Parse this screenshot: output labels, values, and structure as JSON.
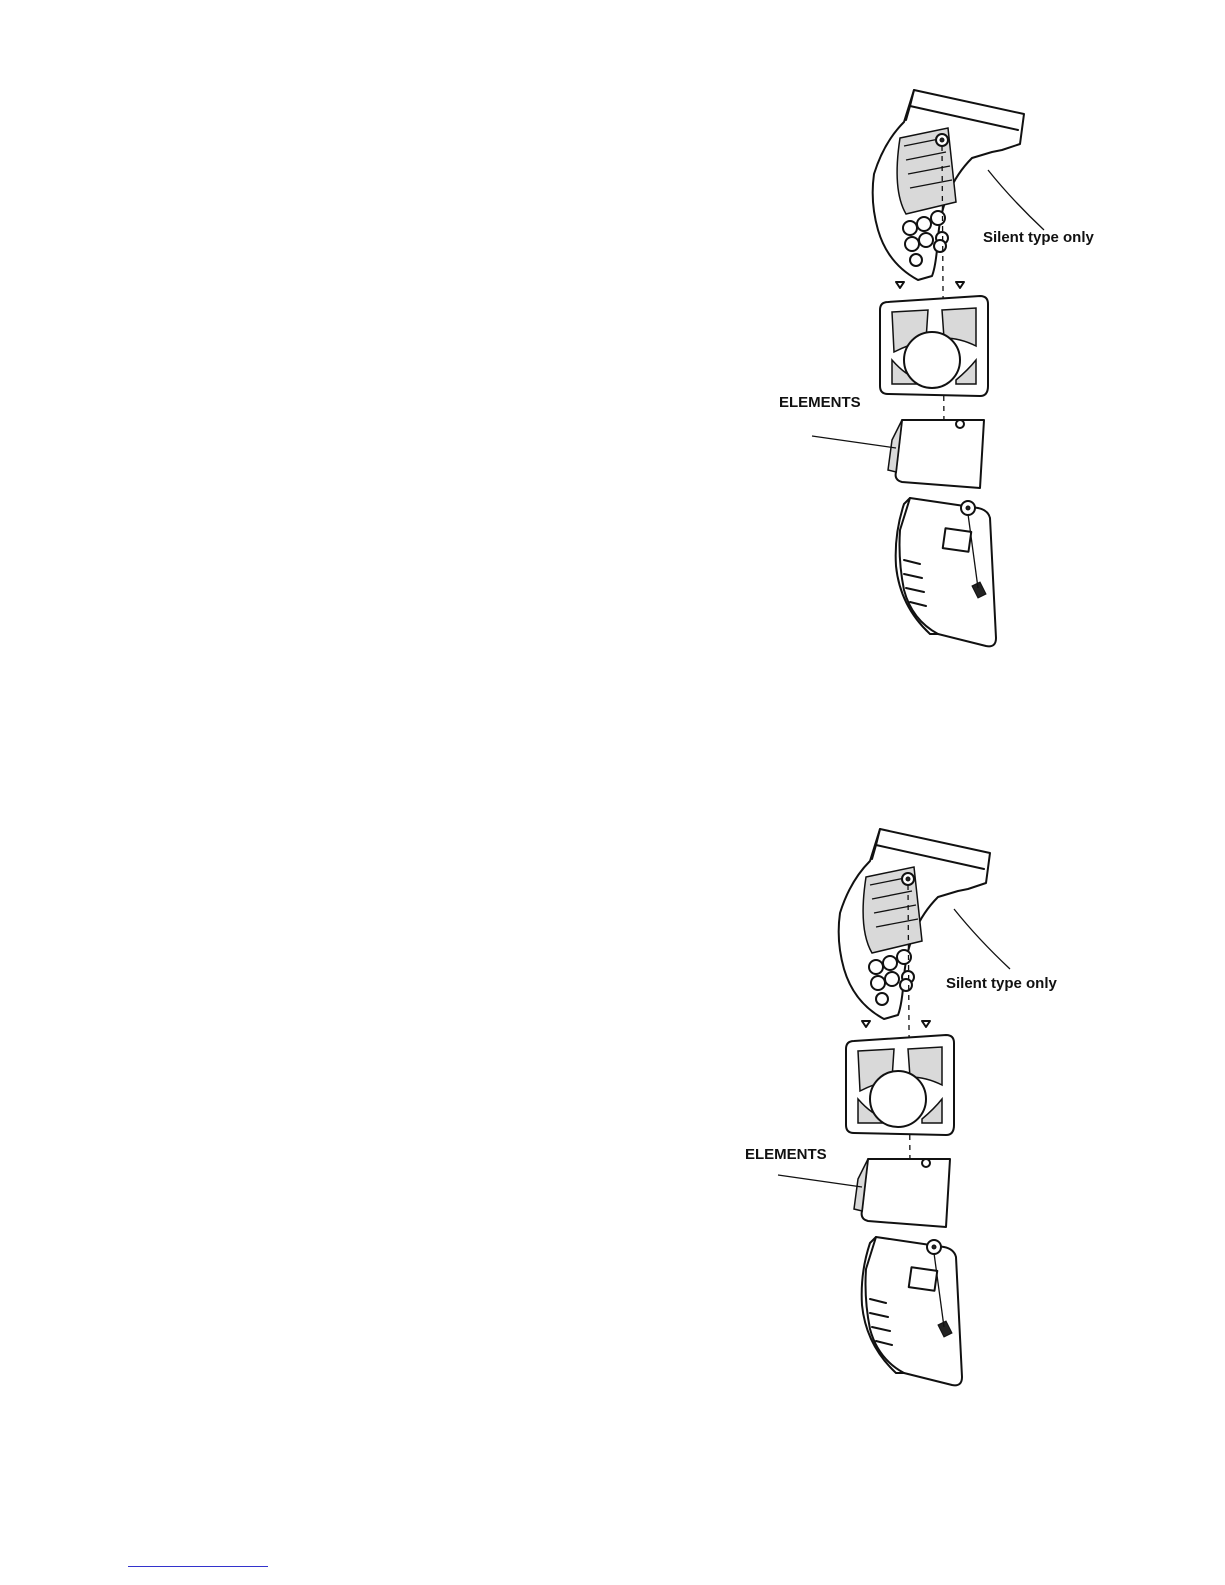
{
  "figures": [
    {
      "callout_silent": "Silent type only",
      "callout_elements": "ELEMENTS"
    },
    {
      "callout_silent": "Silent type only",
      "callout_elements": "ELEMENTS"
    }
  ]
}
